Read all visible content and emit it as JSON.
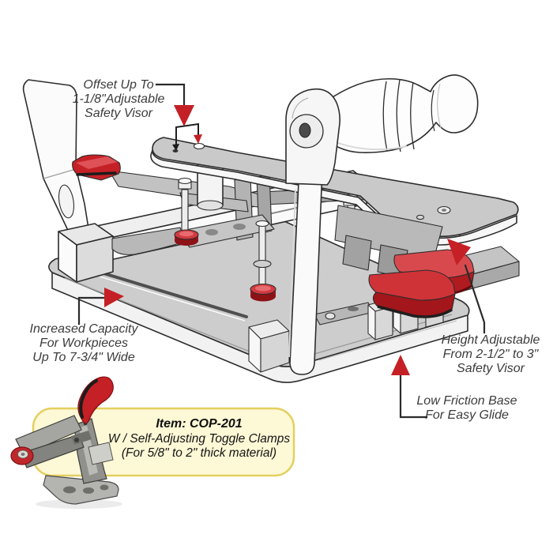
{
  "figure": {
    "background": "#ffffff",
    "labels": {
      "offset": {
        "lines": [
          "Offset Up To",
          "1-1/8\"Adjustable",
          "Safety Visor"
        ]
      },
      "capacity": {
        "lines": [
          "Increased Capacity",
          "For Workpieces",
          "Up To 7-3/4\" Wide"
        ]
      },
      "height": {
        "lines": [
          "Height Adjustable",
          "From 2-1/2\" to 3\"",
          "Safety Visor"
        ]
      },
      "friction": {
        "lines": [
          "Low Friction Base",
          "For Easy Glide"
        ]
      }
    },
    "callout": {
      "title": "Item: COP-201",
      "line2": "W / Self-Adjusting Toggle Clamps",
      "line3": "(For 5/8\" to 2\" thick material)"
    },
    "icons": {
      "arrow_down": "▼",
      "arrow_up": "▲",
      "arrow_right": "►",
      "arrow_up_left": "◤"
    },
    "colors": {
      "accent_red": "#c52026",
      "red_light": "#d8494d",
      "red_dark": "#8c1216",
      "callout_bg": "#fdf8d6",
      "callout_border": "#e4cf5e",
      "label_text": "#3b3b3b",
      "callout_text": "#141414",
      "outline": "#2d2d2d",
      "metal_light": "#f4f4f4",
      "metal_mid": "#c9c9c9",
      "metal_dark": "#9d9d9d"
    }
  }
}
